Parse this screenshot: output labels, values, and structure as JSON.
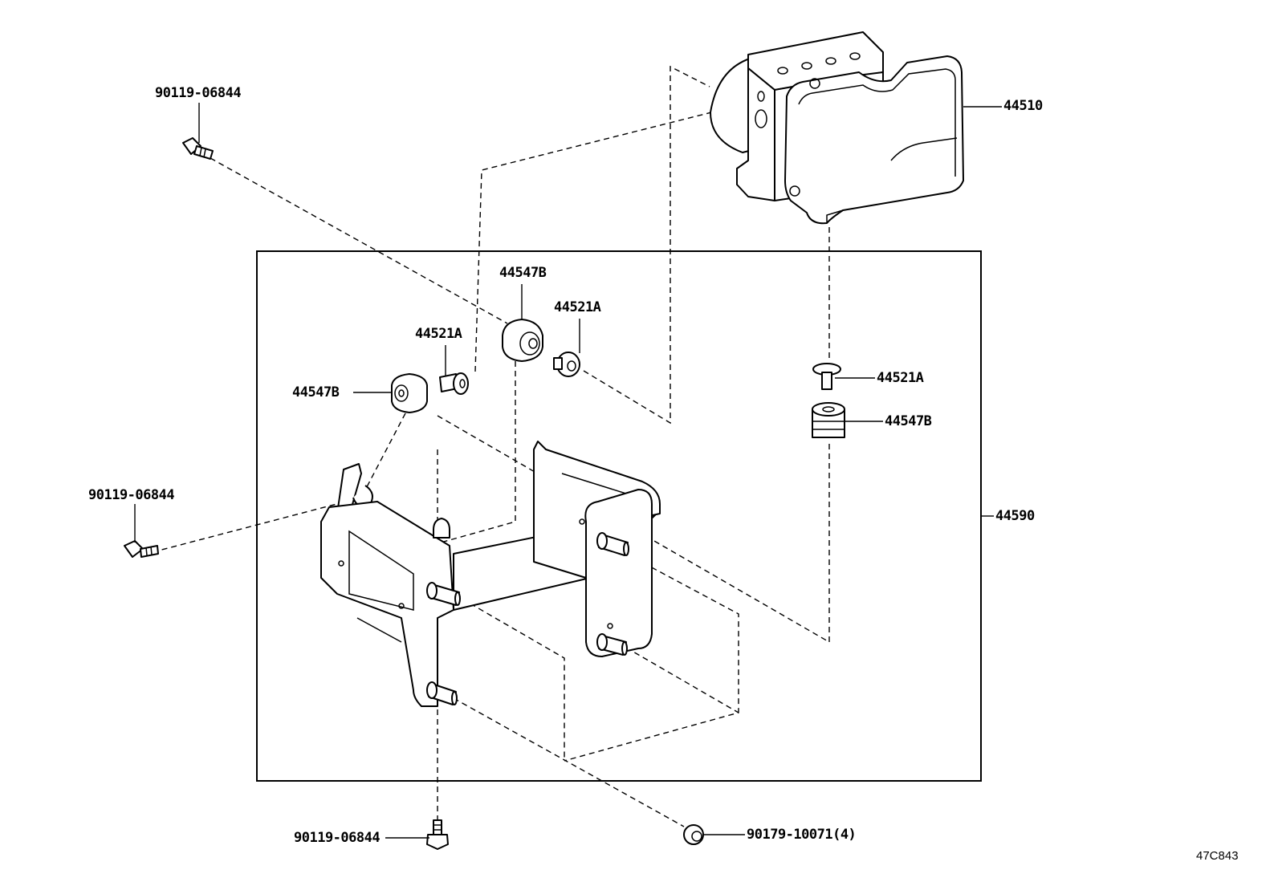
{
  "labels": {
    "actuator": "44510",
    "bracket_assy": "44590",
    "bolt_top_left": "90119-06844",
    "bolt_mid_left": "90119-06844",
    "bolt_bottom": "90119-06844",
    "nut_bottom": "90179-10071(4)",
    "cushion_upper": "44547B",
    "collar_upper": "44521A",
    "collar_left": "44521A",
    "cushion_left": "44547B",
    "collar_right": "44521A",
    "cushion_right": "44547B"
  },
  "diagram_code": "47C843"
}
